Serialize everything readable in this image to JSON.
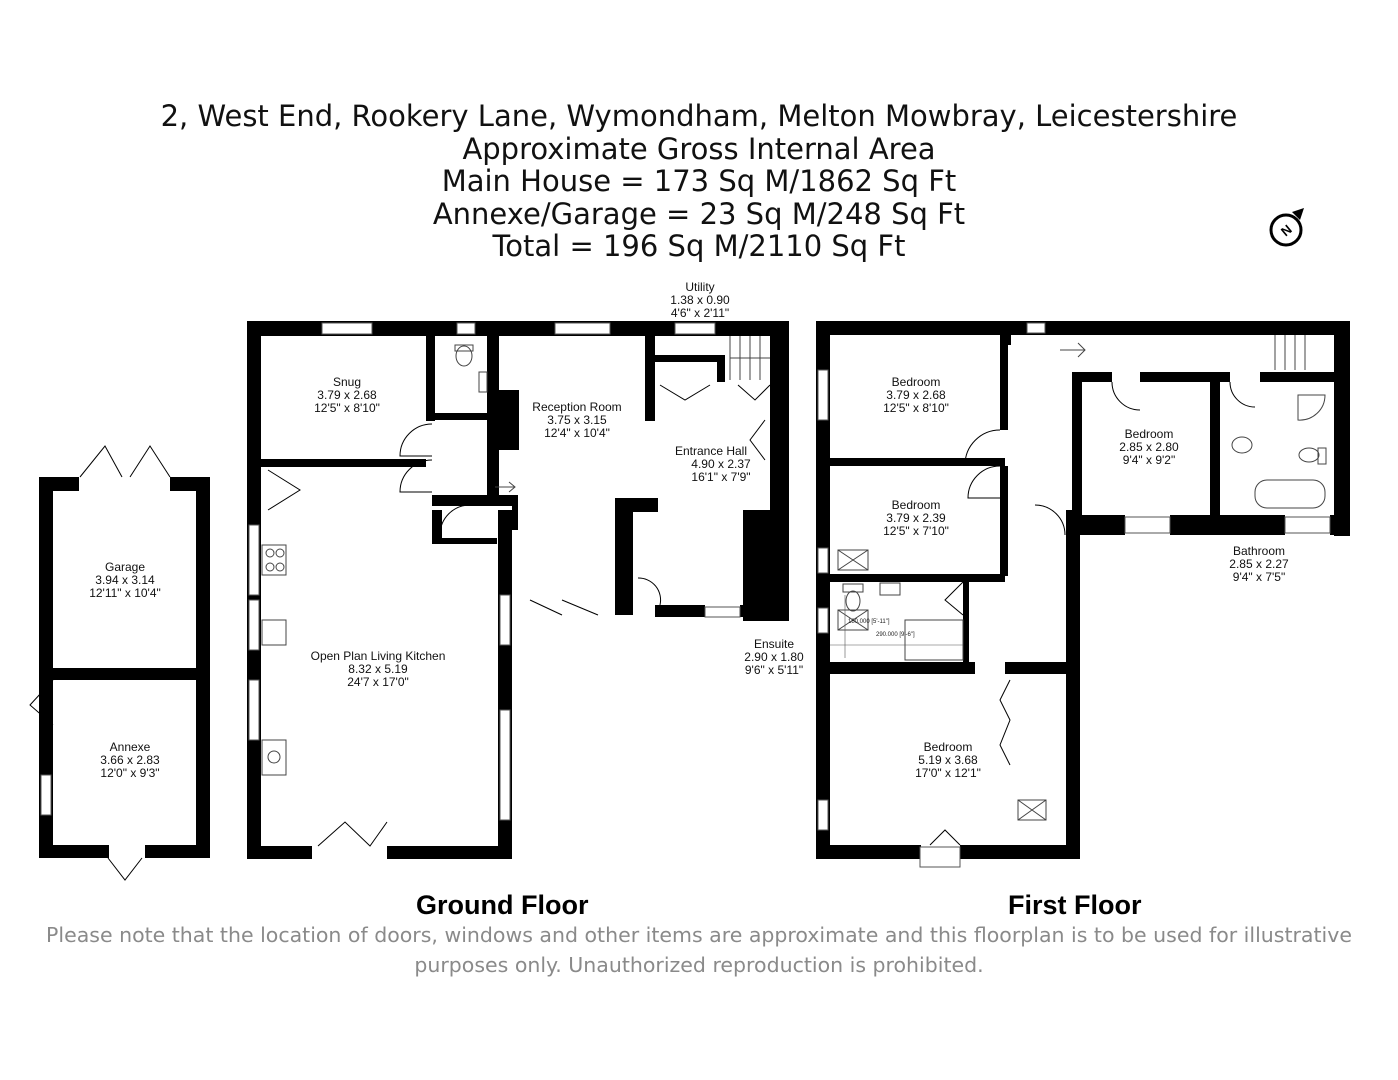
{
  "header": {
    "address": "2, West End, Rookery Lane, Wymondham, Melton Mowbray, Leicestershire",
    "area_title": "Approximate Gross Internal Area",
    "main_house": "Main House = 173 Sq M/1862 Sq Ft",
    "annexe_garage": "Annexe/Garage = 23 Sq M/248 Sq Ft",
    "total": "Total = 196 Sq M/2110 Sq Ft"
  },
  "compass": {
    "icon": "north-arrow-icon",
    "letter": "N"
  },
  "ground_floor": {
    "title": "Ground Floor",
    "rooms": {
      "garage": {
        "name": "Garage",
        "metric": "3.94 x 3.14",
        "imperial": "12'11\" x 10'4\""
      },
      "annexe": {
        "name": "Annexe",
        "metric": "3.66 x 2.83",
        "imperial": "12'0\" x 9'3\""
      },
      "snug": {
        "name": "Snug",
        "metric": "3.79 x 2.68",
        "imperial": "12'5\" x 8'10\""
      },
      "utility": {
        "name": "Utility",
        "metric": "1.38 x 0.90",
        "imperial": "4'6\" x 2'11\""
      },
      "reception": {
        "name": "Reception Room",
        "metric": "3.75 x 3.15",
        "imperial": "12'4\" x 10'4\""
      },
      "entrance": {
        "name": "Entrance Hall",
        "metric": "4.90 x 2.37",
        "imperial": "16'1\" x 7'9\""
      },
      "kitchen": {
        "name": "Open Plan Living Kitchen",
        "metric": "8.32 x 5.19",
        "imperial": "24'7 x 17'0\""
      }
    }
  },
  "first_floor": {
    "title": "First Floor",
    "rooms": {
      "bedroom1": {
        "name": "Bedroom",
        "metric": "3.79 x 2.68",
        "imperial": "12'5\" x 8'10\""
      },
      "bedroom2": {
        "name": "Bedroom",
        "metric": "3.79 x 2.39",
        "imperial": "12'5\" x 7'10\""
      },
      "bedroom3": {
        "name": "Bedroom",
        "metric": "2.85 x 2.80",
        "imperial": "9'4\" x 9'2\""
      },
      "bathroom": {
        "name": "Bathroom",
        "metric": "2.85 x 2.27",
        "imperial": "9'4\" x 7'5\""
      },
      "ensuite": {
        "name": "Ensuite",
        "metric": "2.90 x 1.80",
        "imperial": "9'6\" x 5'11\""
      },
      "bedroom4": {
        "name": "Bedroom",
        "metric": "5.19 x 3.68",
        "imperial": "17'0\" x 12'1\""
      }
    },
    "ensuite_dims": {
      "depth": "180.000 [5'-11\"]",
      "width": "290.000 [9'-6\"]"
    }
  },
  "disclaimer": {
    "line1": "Please note that the location of doors, windows and other items are approximate and this floorplan is to be used for illustrative",
    "line2": "purposes only. Unauthorized reproduction is prohibited."
  }
}
